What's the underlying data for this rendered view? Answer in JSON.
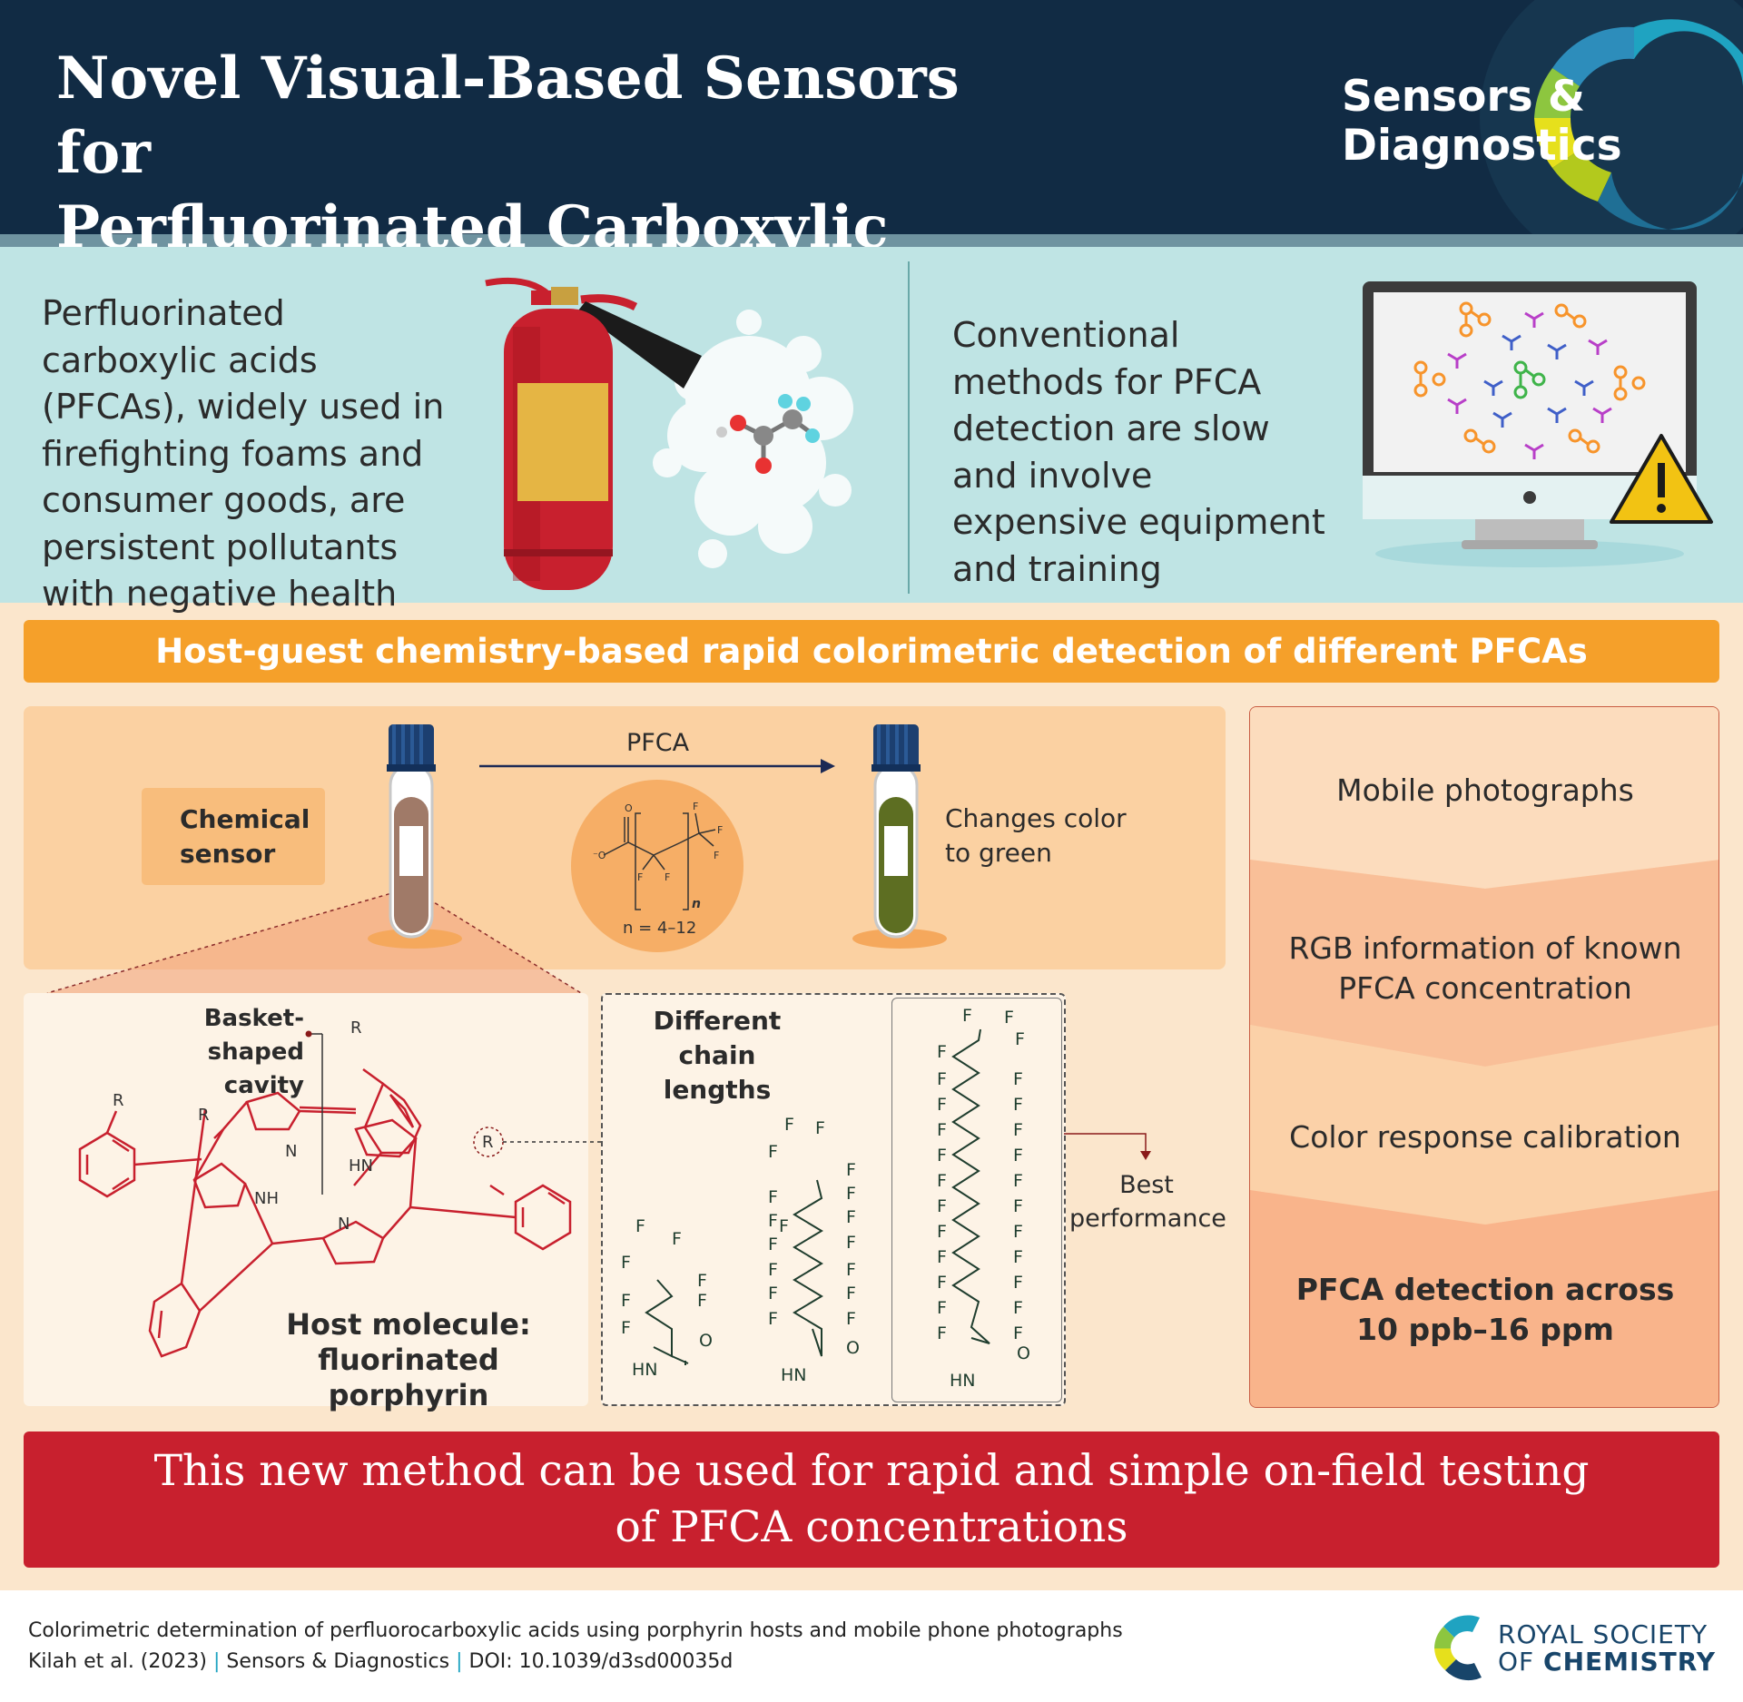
{
  "header": {
    "title_line1": "Novel Visual-Based Sensors for",
    "title_line2": "Perfluorinated Carboxylic Acids",
    "journal_line1": "Sensors &",
    "journal_line2": "Diagnostics",
    "colors": {
      "background": "#112b44",
      "strip": "#6f93a0"
    }
  },
  "intro": {
    "left_text": "Perfluorinated carboxylic acids (PFCAs), widely used in firefighting foams and consumer goods, are persistent pollutants with negative health effects",
    "right_text": "Conventional methods for PFCA detection are slow and involve expensive equipment and training",
    "icons": [
      "fire-extinguisher-icon",
      "foam-bubbles-icon",
      "molecule-icon",
      "computer-monitor-icon",
      "warning-icon"
    ]
  },
  "banner": {
    "text": "Host-guest chemistry-based rapid colorimetric detection of different PFCAs",
    "color": "#f5a02a"
  },
  "sensor": {
    "chemical_sensor_line1": "Chemical",
    "chemical_sensor_line2": "sensor",
    "arrow_label": "PFCA",
    "n_range": "n = 4–12",
    "result_line1": "Changes color",
    "result_line2": "to green",
    "tube_before_color": "#a07a68",
    "tube_after_color": "#5d6e22"
  },
  "host": {
    "basket_line1": "Basket-",
    "basket_line2": "shaped cavity",
    "title_line1": "Host molecule:",
    "title_line2": "fluorinated porphyrin",
    "r_label": "R",
    "nh_label": "NH",
    "hn_label": "HN",
    "n_label": "N"
  },
  "chains": {
    "title_line1": "Different chain",
    "title_line2": "lengths",
    "best_line1": "Best",
    "best_line2": "performance",
    "f_label": "F",
    "o_label": "O",
    "hn_label": "HN"
  },
  "workflow": {
    "steps": [
      {
        "text": "Mobile photographs"
      },
      {
        "text_line1": "RGB information of known",
        "text_line2": "PFCA concentration"
      },
      {
        "text": "Color response calibration"
      },
      {
        "text_line1": "PFCA detection across",
        "text_line2": "10 ppb–16 ppm"
      }
    ]
  },
  "conclusion": {
    "line1": "This new method can be used for rapid and simple on-field testing",
    "line2": "of PFCA concentrations",
    "color": "#c8202e"
  },
  "footer": {
    "line1": "Colorimetric determination of perfluorocarboxylic acids using porphyrin hosts and mobile phone photographs",
    "authors": "Kilah et al. (2023)",
    "journal": "Sensors & Diagnostics",
    "doi": "DOI: 10.1039/d3sd00035d",
    "separator": "|",
    "rsc_line1": "ROYAL SOCIETY",
    "rsc_line2_prefix": "OF ",
    "rsc_line2_bold": "CHEMISTRY"
  }
}
